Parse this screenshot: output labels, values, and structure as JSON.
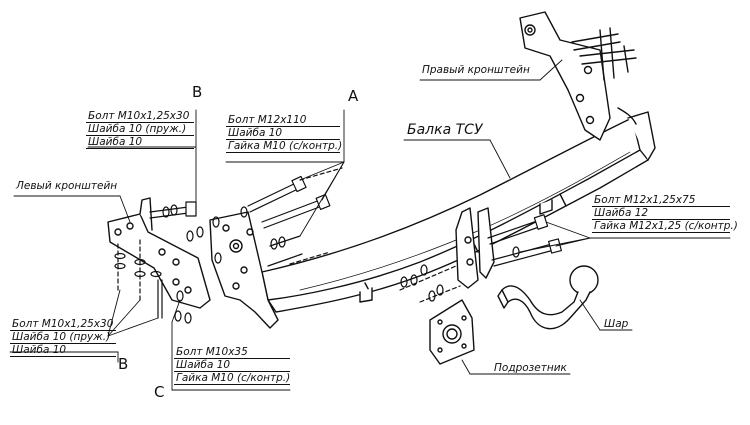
{
  "labels": {
    "beam": "Балка ТСУ",
    "right_bracket": "Правый кронштейн",
    "left_bracket": "Левый кронштейн",
    "ball": "Шар",
    "socket_plate": "Подрозетник"
  },
  "groups": {
    "B_top": {
      "letter": "B",
      "items": [
        "Болт М10х1,25х30",
        "Шайба 10 (пруж.)",
        "Шайба 10"
      ]
    },
    "A": {
      "letter": "A",
      "items": [
        "Болт М12х110",
        "Шайба 10",
        "Гайка М10 (с/контр.)"
      ]
    },
    "right": {
      "items": [
        "Болт М12х1,25х75",
        "Шайба 12",
        "Гайка М12х1,25 (с/контр.)"
      ]
    },
    "B_bottom": {
      "letter": "B",
      "items": [
        "Болт М10х1,25х30",
        "Шайба 10 (пруж.)",
        "Шайба 10"
      ]
    },
    "C": {
      "letter": "C",
      "items": [
        "Болт М10х35",
        "Шайба 10",
        "Гайка М10 (с/контр.)"
      ]
    }
  },
  "colors": {
    "line": "#111111",
    "background": "#ffffff"
  }
}
